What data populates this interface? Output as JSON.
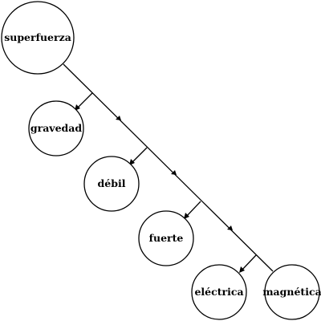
{
  "diagram": {
    "nodes": [
      {
        "id": "superfuerza",
        "label": "superfuerza"
      },
      {
        "id": "gravedad",
        "label": "gravedad"
      },
      {
        "id": "debil",
        "label": "débil"
      },
      {
        "id": "fuerte",
        "label": "fuerte"
      },
      {
        "id": "electrica",
        "label": "eléctrica"
      },
      {
        "id": "magnetica",
        "label": "magnética"
      }
    ],
    "edges": [
      {
        "from": "superfuerza",
        "to": "magnetica"
      },
      {
        "from": "superfuerza",
        "to": "gravedad"
      },
      {
        "from": "superfuerza",
        "to": "debil"
      },
      {
        "from": "superfuerza",
        "to": "fuerte"
      },
      {
        "from": "superfuerza",
        "to": "electrica"
      }
    ]
  }
}
